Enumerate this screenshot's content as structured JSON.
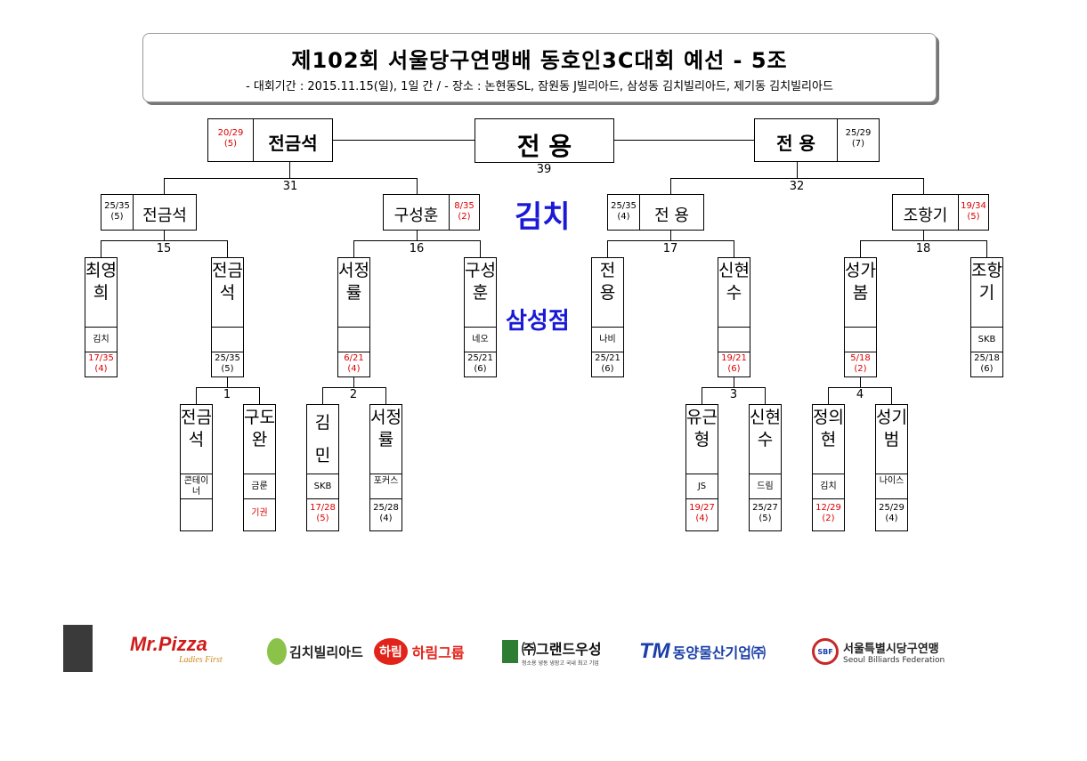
{
  "header": {
    "title": "제102회 서울당구연맹배 동호인3C대회 예선 - 5조",
    "subtitle": "- 대회기간 : 2015.11.15(일), 1일 간 / - 장소 : 논현동SL, 잠원동 J빌리아드, 삼성동 김치빌리아드, 제기동 김치빌리아드"
  },
  "final": {
    "center": "전   용",
    "left_name": "전금석",
    "left_score": "20/29",
    "left_inn": "(5)",
    "right_name": "전   용",
    "right_score": "25/29",
    "right_inn": "(7)",
    "number": "39"
  },
  "semis": {
    "left_num": "31",
    "right_num": "32",
    "venue_top": "김치",
    "venue_mid": "삼성점"
  },
  "quarter": [
    {
      "name": "전금석",
      "score": "25/35",
      "inn": "(5)",
      "red": false
    },
    {
      "name": "구성훈",
      "score": "8/35",
      "inn": "(2)",
      "red": true
    },
    {
      "name": "전  용",
      "score": "25/35",
      "inn": "(4)",
      "red": false
    },
    {
      "name": "조항기",
      "score": "19/34",
      "inn": "(5)",
      "red": true
    }
  ],
  "r16_nums": [
    "15",
    "16",
    "17",
    "18"
  ],
  "r16": [
    {
      "name": "최영희",
      "club": "김치",
      "score": "17/35",
      "inn": "(4)",
      "red": true
    },
    {
      "name": "전금석",
      "club": "",
      "score": "25/35",
      "inn": "(5)",
      "red": false
    },
    {
      "name": "서정률",
      "club": "",
      "score": "6/21",
      "inn": "(4)",
      "red": true
    },
    {
      "name": "구성훈",
      "club": "네오",
      "score": "25/21",
      "inn": "(6)",
      "red": false
    },
    {
      "name": "전 용",
      "club": "나비",
      "score": "25/21",
      "inn": "(6)",
      "red": false
    },
    {
      "name": "신현수",
      "club": "",
      "score": "19/21",
      "inn": "(6)",
      "red": true
    },
    {
      "name": "성가봄",
      "club": "",
      "score": "5/18",
      "inn": "(2)",
      "red": true
    },
    {
      "name": "조항기",
      "club": "SKB",
      "score": "25/18",
      "inn": "(6)",
      "red": false
    }
  ],
  "r32_nums": [
    "1",
    "2",
    "3",
    "4"
  ],
  "r32": [
    {
      "name": "전금석",
      "club": "콘테이너",
      "score": "",
      "inn": "",
      "red": false
    },
    {
      "name": "구도완",
      "club": "금룬",
      "score": "기권",
      "inn": "",
      "red": true
    },
    {
      "name": "김 민",
      "club": "SKB",
      "score": "17/28",
      "inn": "(5)",
      "red": true
    },
    {
      "name": "서정률",
      "club": "포커스",
      "score": "25/28",
      "inn": "(4)",
      "red": false
    },
    {
      "name": "유근형",
      "club": "JS",
      "score": "19/27",
      "inn": "(4)",
      "red": true
    },
    {
      "name": "신현수",
      "club": "드림",
      "score": "25/27",
      "inn": "(5)",
      "red": false
    },
    {
      "name": "정의현",
      "club": "김치",
      "score": "12/29",
      "inn": "(2)",
      "red": true
    },
    {
      "name": "성기범",
      "club": "나이스",
      "score": "25/29",
      "inn": "(4)",
      "red": false
    }
  ],
  "sponsors": {
    "s1": "Mr.Pizza",
    "s1_sub": "Ladies First",
    "s2": "김치빌리아드",
    "s3_badge": "하림",
    "s3": "하림그룹",
    "s4": "㈜그랜드우성",
    "s4_sub": "청소용 냉동 냉장고 국내 최고 기업",
    "s5_mark": "TM",
    "s5": "동양물산기업㈜",
    "s6_badge": "SBF",
    "s6": "서울특별시당구연맹",
    "s6_sub": "Seoul Billiards Federation"
  }
}
